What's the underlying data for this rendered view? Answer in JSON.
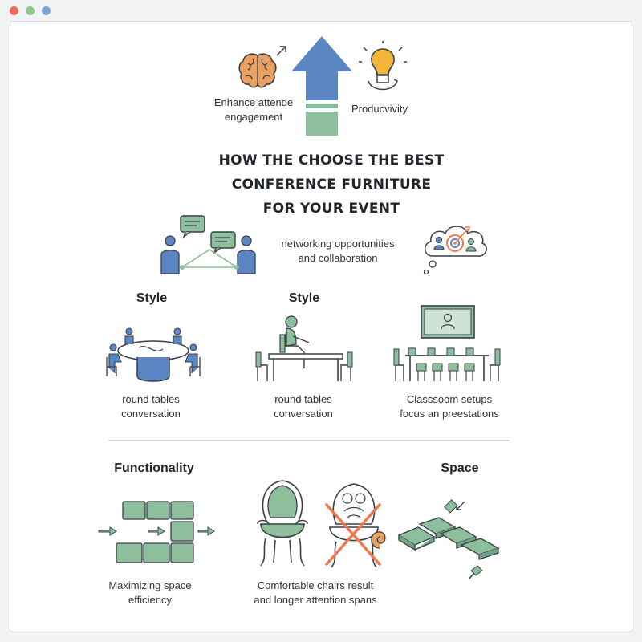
{
  "window": {
    "controls": [
      "close",
      "minimize",
      "maximize"
    ]
  },
  "header": {
    "left_caption_line1": "Enhance attende",
    "left_caption_line2": "engagement",
    "right_caption": "Producvivity"
  },
  "title": {
    "line1": "HOW THE CHOOSE THE BEST",
    "line2": "CONFERENCE FURNITURE",
    "line3": "FOR YOUR EVENT"
  },
  "networking": {
    "line1": "networking opportunities",
    "line2": "and collaboration"
  },
  "style_section": {
    "heading_left": "Style",
    "heading_middle": "Style",
    "items": [
      {
        "line1": "round tables",
        "line2": "conversation"
      },
      {
        "line1": "round tables",
        "line2": "conversation"
      },
      {
        "line1": "Classsoom setups",
        "line2": "focus an preestations"
      }
    ]
  },
  "functionality": {
    "heading": "Functionality",
    "line1": "Maximizing space",
    "line2": "efficiency"
  },
  "chairs": {
    "line1": "Comfortable chairs result",
    "line2": "and longer attention spans"
  },
  "space": {
    "heading": "Space"
  },
  "colors": {
    "accent_blue": "#5b86c4",
    "accent_green": "#8dbf9c",
    "outline": "#3a3f47",
    "brain": "#e9a061",
    "bulb": "#f3b63a",
    "cross": "#ee7a4e"
  }
}
